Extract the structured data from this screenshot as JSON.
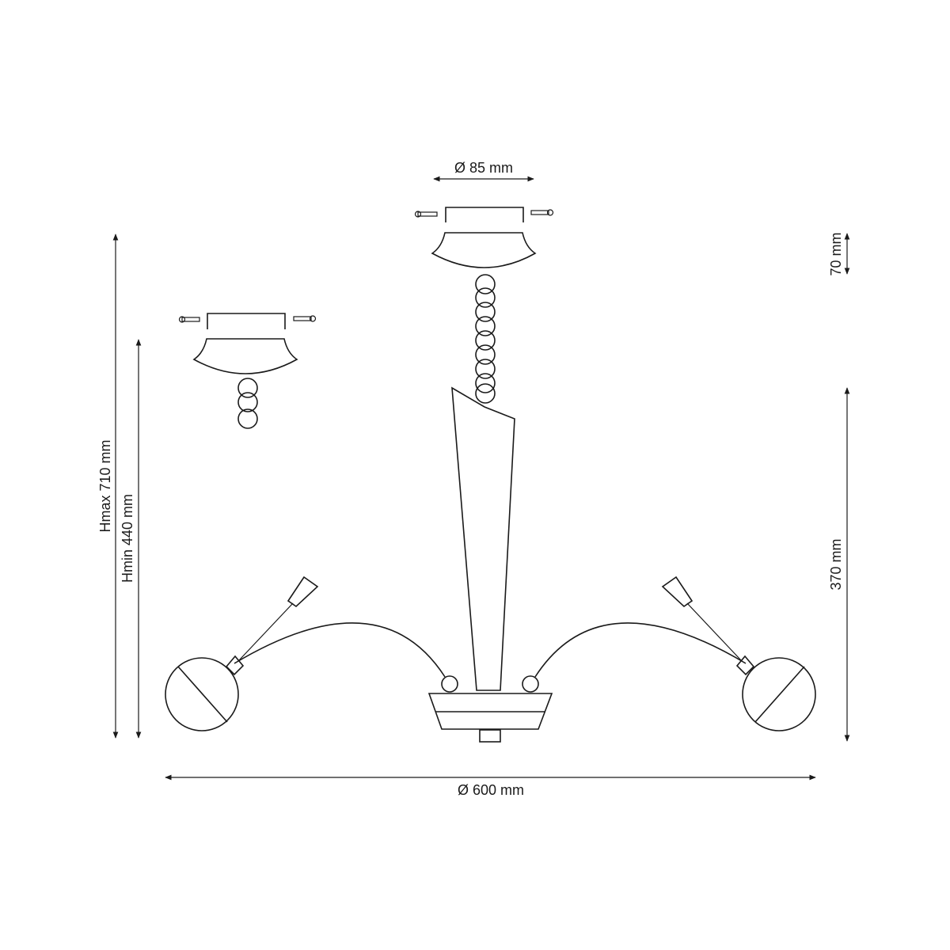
{
  "dimensions": {
    "canopy_diameter": "Ø 85 mm",
    "canopy_height": "70 mm",
    "body_height": "370 mm",
    "height_max": "Hmax 710 mm",
    "height_min": "Hmin 440 mm",
    "overall_diameter": "Ø 600 mm"
  },
  "colors": {
    "line": "#1a1a1a",
    "background": "#ffffff"
  }
}
